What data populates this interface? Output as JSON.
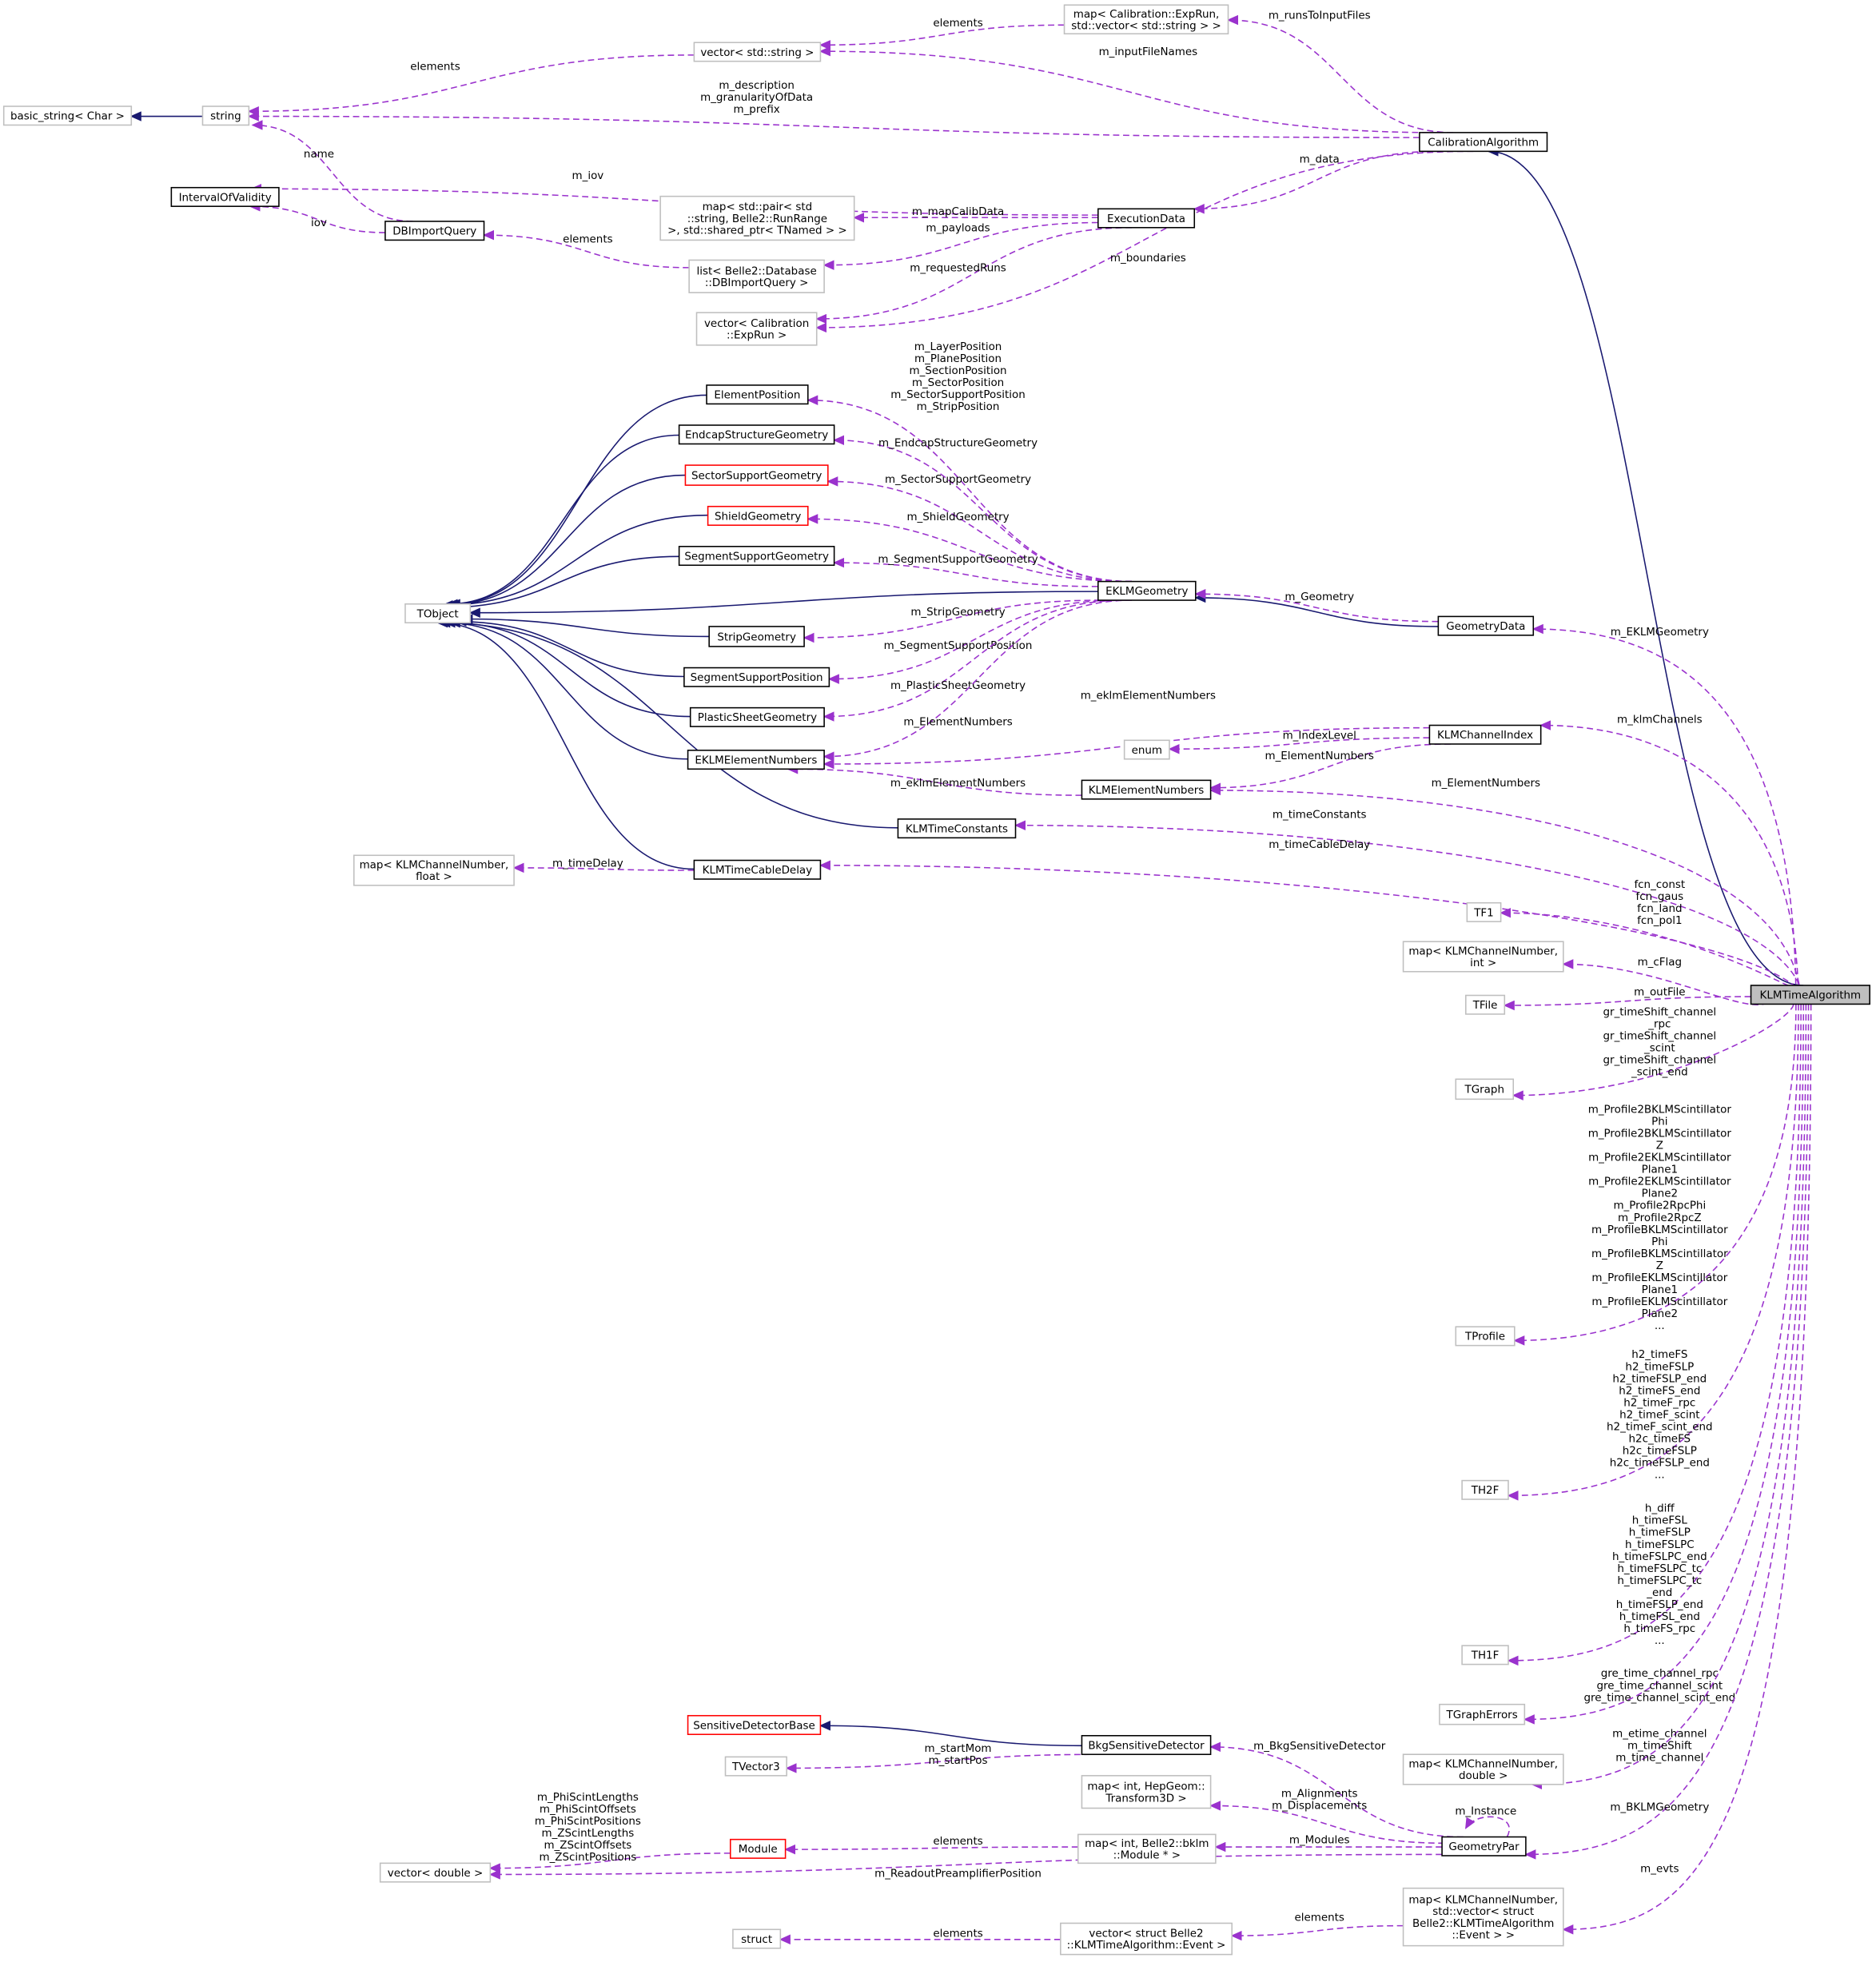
{
  "colors": {
    "inheritance": "#191970",
    "usage": "#9a32cd",
    "current_fill": "#bfbfbf",
    "external_border": "#bfbfbf",
    "truncated_border": "#ff0000"
  },
  "nodes": {
    "basic_string": {
      "lines": [
        "basic_string< Char >"
      ],
      "style": "gray"
    },
    "string": {
      "lines": [
        "string"
      ],
      "style": "gray"
    },
    "vector_string": {
      "lines": [
        "vector< std::string >"
      ],
      "style": "gray"
    },
    "map_exprun": {
      "lines": [
        "map< Calibration::ExpRun,",
        "std::vector< std::string > >"
      ],
      "style": "gray"
    },
    "CalibrationAlgorithm": {
      "lines": [
        "CalibrationAlgorithm"
      ],
      "style": "black"
    },
    "IntervalOfValidity": {
      "lines": [
        "IntervalOfValidity"
      ],
      "style": "black"
    },
    "DBImportQuery": {
      "lines": [
        "DBImportQuery"
      ],
      "style": "black"
    },
    "map_pair": {
      "lines": [
        "map< std::pair< std",
        "::string, Belle2::RunRange",
        " >, std::shared_ptr< TNamed > >"
      ],
      "style": "gray"
    },
    "ExecutionData": {
      "lines": [
        "ExecutionData"
      ],
      "style": "black"
    },
    "list_db": {
      "lines": [
        "list< Belle2::Database",
        "::DBImportQuery >"
      ],
      "style": "gray"
    },
    "vector_exprun": {
      "lines": [
        "vector< Calibration",
        "::ExpRun >"
      ],
      "style": "gray"
    },
    "ElementPosition": {
      "lines": [
        "ElementPosition"
      ],
      "style": "black"
    },
    "EndcapStructureGeometry": {
      "lines": [
        "EndcapStructureGeometry"
      ],
      "style": "black"
    },
    "SectorSupportGeometry": {
      "lines": [
        "SectorSupportGeometry"
      ],
      "style": "red"
    },
    "ShieldGeometry": {
      "lines": [
        "ShieldGeometry"
      ],
      "style": "red"
    },
    "SegmentSupportGeometry": {
      "lines": [
        "SegmentSupportGeometry"
      ],
      "style": "black"
    },
    "TObject": {
      "lines": [
        "TObject"
      ],
      "style": "gray"
    },
    "EKLMGeometry": {
      "lines": [
        "EKLMGeometry"
      ],
      "style": "black"
    },
    "GeometryData": {
      "lines": [
        "GeometryData"
      ],
      "style": "black"
    },
    "StripGeometry": {
      "lines": [
        "StripGeometry"
      ],
      "style": "black"
    },
    "SegmentSupportPosition": {
      "lines": [
        "SegmentSupportPosition"
      ],
      "style": "black"
    },
    "PlasticSheetGeometry": {
      "lines": [
        "PlasticSheetGeometry"
      ],
      "style": "black"
    },
    "EKLMElementNumbers": {
      "lines": [
        "EKLMElementNumbers"
      ],
      "style": "black"
    },
    "KLMChannelIndex": {
      "lines": [
        "KLMChannelIndex"
      ],
      "style": "black"
    },
    "enum": {
      "lines": [
        "enum"
      ],
      "style": "gray"
    },
    "KLMElementNumbers": {
      "lines": [
        "KLMElementNumbers"
      ],
      "style": "black"
    },
    "KLMTimeConstants": {
      "lines": [
        "KLMTimeConstants"
      ],
      "style": "black"
    },
    "map_float": {
      "lines": [
        "map< KLMChannelNumber,",
        "float >"
      ],
      "style": "gray"
    },
    "KLMTimeCableDelay": {
      "lines": [
        "KLMTimeCableDelay"
      ],
      "style": "black"
    },
    "TF1": {
      "lines": [
        "TF1"
      ],
      "style": "gray"
    },
    "map_int": {
      "lines": [
        "map< KLMChannelNumber,",
        "int >"
      ],
      "style": "gray"
    },
    "TFile": {
      "lines": [
        "TFile"
      ],
      "style": "gray"
    },
    "KLMTimeAlgorithm": {
      "lines": [
        "KLMTimeAlgorithm"
      ],
      "style": "current"
    },
    "TGraph": {
      "lines": [
        "TGraph"
      ],
      "style": "gray"
    },
    "TProfile": {
      "lines": [
        "TProfile"
      ],
      "style": "gray"
    },
    "TH2F": {
      "lines": [
        "TH2F"
      ],
      "style": "gray"
    },
    "TH1F": {
      "lines": [
        "TH1F"
      ],
      "style": "gray"
    },
    "TGraphErrors": {
      "lines": [
        "TGraphErrors"
      ],
      "style": "gray"
    },
    "SensitiveDetectorBase": {
      "lines": [
        "SensitiveDetectorBase"
      ],
      "style": "red"
    },
    "BkgSensitiveDetector": {
      "lines": [
        "BkgSensitiveDetector"
      ],
      "style": "black"
    },
    "TVector3": {
      "lines": [
        "TVector3"
      ],
      "style": "gray"
    },
    "map_double": {
      "lines": [
        "map< KLMChannelNumber,",
        "double >"
      ],
      "style": "gray"
    },
    "map_hep": {
      "lines": [
        "map< int, HepGeom::",
        "Transform3D >"
      ],
      "style": "gray"
    },
    "GeometryPar": {
      "lines": [
        "GeometryPar"
      ],
      "style": "black"
    },
    "Module": {
      "lines": [
        "Module"
      ],
      "style": "red"
    },
    "map_bklm": {
      "lines": [
        "map< int, Belle2::bklm",
        "::Module * >"
      ],
      "style": "gray"
    },
    "vector_double": {
      "lines": [
        "vector< double >"
      ],
      "style": "gray"
    },
    "map_evts": {
      "lines": [
        "map< KLMChannelNumber,",
        "std::vector< struct",
        "Belle2::KLMTimeAlgorithm",
        "::Event > >"
      ],
      "style": "gray"
    },
    "struct": {
      "lines": [
        "struct"
      ],
      "style": "gray"
    },
    "vector_event": {
      "lines": [
        "vector< struct Belle2",
        "::KLMTimeAlgorithm::Event >"
      ],
      "style": "gray"
    }
  },
  "edges": [
    {
      "from": "string",
      "to": "basic_string",
      "kind": "inherit",
      "label": []
    },
    {
      "from": "KLMTimeAlgorithm",
      "to": "CalibrationAlgorithm",
      "kind": "inherit",
      "label": []
    },
    {
      "from": "ElementPosition",
      "to": "TObject",
      "kind": "inherit",
      "label": []
    },
    {
      "from": "EndcapStructureGeometry",
      "to": "TObject",
      "kind": "inherit",
      "label": []
    },
    {
      "from": "SectorSupportGeometry",
      "to": "TObject",
      "kind": "inherit",
      "label": []
    },
    {
      "from": "ShieldGeometry",
      "to": "TObject",
      "kind": "inherit",
      "label": []
    },
    {
      "from": "SegmentSupportGeometry",
      "to": "TObject",
      "kind": "inherit",
      "label": []
    },
    {
      "from": "EKLMGeometry",
      "to": "TObject",
      "kind": "inherit",
      "label": []
    },
    {
      "from": "StripGeometry",
      "to": "TObject",
      "kind": "inherit",
      "label": []
    },
    {
      "from": "SegmentSupportPosition",
      "to": "TObject",
      "kind": "inherit",
      "label": []
    },
    {
      "from": "PlasticSheetGeometry",
      "to": "TObject",
      "kind": "inherit",
      "label": []
    },
    {
      "from": "EKLMElementNumbers",
      "to": "TObject",
      "kind": "inherit",
      "label": []
    },
    {
      "from": "KLMTimeConstants",
      "to": "TObject",
      "kind": "inherit",
      "label": []
    },
    {
      "from": "KLMTimeCableDelay",
      "to": "TObject",
      "kind": "inherit",
      "label": []
    },
    {
      "from": "GeometryData",
      "to": "EKLMGeometry",
      "kind": "inherit",
      "label": []
    },
    {
      "from": "BkgSensitiveDetector",
      "to": "SensitiveDetectorBase",
      "kind": "inherit",
      "label": []
    },
    {
      "from": "vector_string",
      "to": "string",
      "kind": "use",
      "label": [
        "elements"
      ]
    },
    {
      "from": "map_exprun",
      "to": "vector_string",
      "kind": "use",
      "label": [
        "elements"
      ]
    },
    {
      "from": "CalibrationAlgorithm",
      "to": "map_exprun",
      "kind": "use",
      "label": [
        "m_runsToInputFiles"
      ]
    },
    {
      "from": "CalibrationAlgorithm",
      "to": "vector_string",
      "kind": "use",
      "label": [
        "m_inputFileNames"
      ]
    },
    {
      "from": "CalibrationAlgorithm",
      "to": "string",
      "kind": "use",
      "label": [
        "m_description",
        "m_granularityOfData",
        "m_prefix"
      ]
    },
    {
      "from": "DBImportQuery",
      "to": "string",
      "kind": "use",
      "label": [
        "name"
      ]
    },
    {
      "from": "ExecutionData",
      "to": "IntervalOfValidity",
      "kind": "use",
      "label": [
        "m_iov"
      ]
    },
    {
      "from": "DBImportQuery",
      "to": "IntervalOfValidity",
      "kind": "use",
      "label": [
        "iov"
      ]
    },
    {
      "from": "list_db",
      "to": "DBImportQuery",
      "kind": "use",
      "label": [
        "elements"
      ]
    },
    {
      "from": "ExecutionData",
      "to": "map_pair",
      "kind": "use",
      "label": [
        "m_mapCalibData"
      ]
    },
    {
      "from": "ExecutionData",
      "to": "list_db",
      "kind": "use",
      "label": [
        "m_payloads"
      ]
    },
    {
      "from": "ExecutionData",
      "to": "vector_exprun",
      "kind": "use",
      "label": [
        "m_requestedRuns"
      ]
    },
    {
      "from": "CalibrationAlgorithm",
      "to": "ExecutionData",
      "kind": "use",
      "label": [
        "m_data"
      ]
    },
    {
      "from": "CalibrationAlgorithm",
      "to": "vector_exprun",
      "kind": "use",
      "label": [
        "m_boundaries"
      ]
    },
    {
      "from": "EKLMGeometry",
      "to": "ElementPosition",
      "kind": "use",
      "label": [
        "m_LayerPosition",
        "m_PlanePosition",
        "m_SectionPosition",
        "m_SectorPosition",
        "m_SectorSupportPosition",
        "m_StripPosition"
      ]
    },
    {
      "from": "EKLMGeometry",
      "to": "EndcapStructureGeometry",
      "kind": "use",
      "label": [
        "m_EndcapStructureGeometry"
      ]
    },
    {
      "from": "EKLMGeometry",
      "to": "SectorSupportGeometry",
      "kind": "use",
      "label": [
        "m_SectorSupportGeometry"
      ]
    },
    {
      "from": "EKLMGeometry",
      "to": "ShieldGeometry",
      "kind": "use",
      "label": [
        "m_ShieldGeometry"
      ]
    },
    {
      "from": "EKLMGeometry",
      "to": "SegmentSupportGeometry",
      "kind": "use",
      "label": [
        "m_SegmentSupportGeometry"
      ]
    },
    {
      "from": "EKLMGeometry",
      "to": "StripGeometry",
      "kind": "use",
      "label": [
        "m_StripGeometry"
      ]
    },
    {
      "from": "EKLMGeometry",
      "to": "SegmentSupportPosition",
      "kind": "use",
      "label": [
        "m_SegmentSupportPosition"
      ]
    },
    {
      "from": "EKLMGeometry",
      "to": "PlasticSheetGeometry",
      "kind": "use",
      "label": [
        "m_PlasticSheetGeometry"
      ]
    },
    {
      "from": "EKLMGeometry",
      "to": "EKLMElementNumbers",
      "kind": "use",
      "label": [
        "m_ElementNumbers"
      ]
    },
    {
      "from": "GeometryData",
      "to": "EKLMGeometry",
      "kind": "use",
      "label": [
        "m_Geometry"
      ]
    },
    {
      "from": "KLMChannelIndex",
      "to": "EKLMElementNumbers",
      "kind": "use",
      "label": [
        "m_eklmElementNumbers"
      ]
    },
    {
      "from": "KLMChannelIndex",
      "to": "enum",
      "kind": "use",
      "label": [
        "m_IndexLevel"
      ]
    },
    {
      "from": "KLMChannelIndex",
      "to": "KLMElementNumbers",
      "kind": "use",
      "label": [
        "m_ElementNumbers"
      ]
    },
    {
      "from": "KLMElementNumbers",
      "to": "EKLMElementNumbers",
      "kind": "use",
      "label": [
        "m_eklmElementNumbers"
      ]
    },
    {
      "from": "KLMTimeCableDelay",
      "to": "map_float",
      "kind": "use",
      "label": [
        "m_timeDelay"
      ]
    },
    {
      "from": "KLMTimeAlgorithm",
      "to": "GeometryData",
      "kind": "use",
      "label": [
        "m_EKLMGeometry"
      ]
    },
    {
      "from": "KLMTimeAlgorithm",
      "to": "KLMChannelIndex",
      "kind": "use",
      "label": [
        "m_klmChannels"
      ]
    },
    {
      "from": "KLMTimeAlgorithm",
      "to": "KLMElementNumbers",
      "kind": "use",
      "label": [
        "m_ElementNumbers"
      ]
    },
    {
      "from": "KLMTimeAlgorithm",
      "to": "KLMTimeConstants",
      "kind": "use",
      "label": [
        "m_timeConstants"
      ]
    },
    {
      "from": "KLMTimeAlgorithm",
      "to": "KLMTimeCableDelay",
      "kind": "use",
      "label": [
        "m_timeCableDelay"
      ]
    },
    {
      "from": "KLMTimeAlgorithm",
      "to": "TF1",
      "kind": "use",
      "label": [
        "fcn_const",
        "fcn_gaus",
        "fcn_land",
        "fcn_pol1"
      ]
    },
    {
      "from": "KLMTimeAlgorithm",
      "to": "map_int",
      "kind": "use",
      "label": [
        "m_cFlag"
      ]
    },
    {
      "from": "KLMTimeAlgorithm",
      "to": "TFile",
      "kind": "use",
      "label": [
        "m_outFile"
      ]
    },
    {
      "from": "KLMTimeAlgorithm",
      "to": "TGraph",
      "kind": "use",
      "label": [
        "gr_timeShift_channel",
        "_rpc",
        "gr_timeShift_channel",
        "_scint",
        "gr_timeShift_channel",
        "_scint_end"
      ]
    },
    {
      "from": "KLMTimeAlgorithm",
      "to": "TProfile",
      "kind": "use",
      "label": [
        "m_Profile2BKLMScintillator",
        "Phi",
        "m_Profile2BKLMScintillator",
        "Z",
        "m_Profile2EKLMScintillator",
        "Plane1",
        "m_Profile2EKLMScintillator",
        "Plane2",
        "m_Profile2RpcPhi",
        "m_Profile2RpcZ",
        "m_ProfileBKLMScintillator",
        "Phi",
        "m_ProfileBKLMScintillator",
        "Z",
        "m_ProfileEKLMScintillator",
        "Plane1",
        "m_ProfileEKLMScintillator",
        "Plane2",
        "..."
      ]
    },
    {
      "from": "KLMTimeAlgorithm",
      "to": "TH2F",
      "kind": "use",
      "label": [
        "h2_timeFS",
        "h2_timeFSLP",
        "h2_timeFSLP_end",
        "h2_timeFS_end",
        "h2_timeF_rpc",
        "h2_timeF_scint",
        "h2_timeF_scint_end",
        "h2c_timeFS",
        "h2c_timeFSLP",
        "h2c_timeFSLP_end",
        "..."
      ]
    },
    {
      "from": "KLMTimeAlgorithm",
      "to": "TH1F",
      "kind": "use",
      "label": [
        "h_diff",
        "h_timeFSL",
        "h_timeFSLP",
        "h_timeFSLPC",
        "h_timeFSLPC_end",
        "h_timeFSLPC_tc",
        "h_timeFSLPC_tc",
        "_end",
        "h_timeFSLP_end",
        "h_timeFSL_end",
        "h_timeFS_rpc",
        "..."
      ]
    },
    {
      "from": "KLMTimeAlgorithm",
      "to": "TGraphErrors",
      "kind": "use",
      "label": [
        "gre_time_channel_rpc",
        "gre_time_channel_scint",
        "gre_time_channel_scint_end"
      ]
    },
    {
      "from": "KLMTimeAlgorithm",
      "to": "map_double",
      "kind": "use",
      "label": [
        "m_etime_channel",
        "m_timeShift",
        "m_time_channel"
      ]
    },
    {
      "from": "KLMTimeAlgorithm",
      "to": "GeometryPar",
      "kind": "use",
      "label": [
        "m_BKLMGeometry"
      ]
    },
    {
      "from": "KLMTimeAlgorithm",
      "to": "map_evts",
      "kind": "use",
      "label": [
        "m_evts"
      ]
    },
    {
      "from": "GeometryPar",
      "to": "BkgSensitiveDetector",
      "kind": "use",
      "label": [
        "m_BkgSensitiveDetector"
      ]
    },
    {
      "from": "BkgSensitiveDetector",
      "to": "TVector3",
      "kind": "use",
      "label": [
        "m_startMom",
        "m_startPos"
      ]
    },
    {
      "from": "GeometryPar",
      "to": "map_hep",
      "kind": "use",
      "label": [
        "m_Alignments",
        "m_Displacements"
      ]
    },
    {
      "from": "GeometryPar",
      "to": "GeometryPar",
      "kind": "use",
      "label": [
        "m_Instance"
      ]
    },
    {
      "from": "GeometryPar",
      "to": "map_bklm",
      "kind": "use",
      "label": [
        "m_Modules"
      ]
    },
    {
      "from": "map_bklm",
      "to": "Module",
      "kind": "use",
      "label": [
        "elements"
      ]
    },
    {
      "from": "Module",
      "to": "vector_double",
      "kind": "use",
      "label": [
        "m_PhiScintLengths",
        "m_PhiScintOffsets",
        "m_PhiScintPositions",
        "m_ZScintLengths",
        "m_ZScintOffsets",
        "m_ZScintPositions"
      ]
    },
    {
      "from": "GeometryPar",
      "to": "vector_double",
      "kind": "use",
      "label": [
        "m_ReadoutPreamplifierPosition"
      ]
    },
    {
      "from": "map_evts",
      "to": "vector_event",
      "kind": "use",
      "label": [
        "elements"
      ]
    },
    {
      "from": "vector_event",
      "to": "struct",
      "kind": "use",
      "label": [
        "elements"
      ]
    }
  ]
}
